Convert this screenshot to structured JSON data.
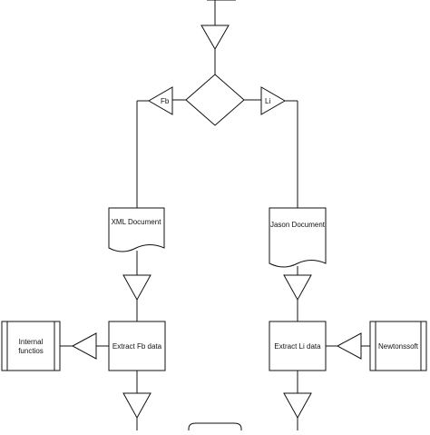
{
  "diagram": {
    "nodes": {
      "fb_connector": "Fb",
      "li_connector": "Li",
      "xml_document": "XML Document",
      "jason_document": "Jason Document",
      "extract_fb": "Extract Fb data",
      "extract_li": "Extract Li data",
      "internal_functions_line1": "Internal",
      "internal_functions_line2": "functios",
      "newtonsoft": "Newtonssoft"
    },
    "colors": {
      "stroke": "#111111",
      "background": "#ffffff"
    }
  }
}
